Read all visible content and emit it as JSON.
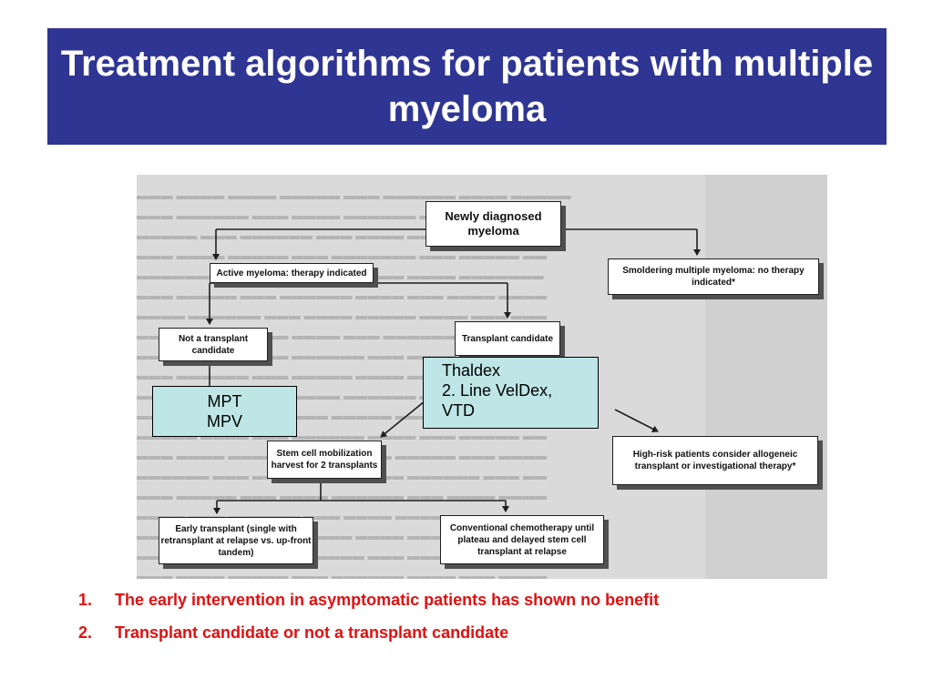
{
  "slide": {
    "title": "Treatment algorithms for patients with multiple myeloma",
    "colors": {
      "title_bar": "#2f3592",
      "title_text": "#ffffff",
      "notes_text": "#e01010",
      "overlay_box": "#bfe6e6"
    }
  },
  "flowchart": {
    "newly_diagnosed": "Newly diagnosed myeloma",
    "active_myeloma": "Active myeloma:  therapy indicated",
    "smoldering": "Smoldering multiple myeloma: no therapy indicated*",
    "not_transplant": "Not a transplant candidate",
    "transplant": "Transplant candidate",
    "stem_cell": "Stem cell mobilization harvest for 2 transplants",
    "high_risk": "High-risk patients consider allogeneic transplant or investigational therapy*",
    "early_transplant": "Early transplant (single with retransplant at relapse  vs. up-front tandem)",
    "conventional": "Conventional chemotherapy until plateau and delayed stem cell transplant at relapse"
  },
  "overlays": {
    "mpt": {
      "line1": "MPT",
      "line2": "MPV"
    },
    "thaldex": {
      "line1": "Thaldex",
      "line2": "2. Line VelDex,",
      "line3": "VTD"
    }
  },
  "notes": [
    {
      "number": "1.",
      "text": "The early intervention in asymptomatic patients has shown no benefit"
    },
    {
      "number": "2.",
      "text": "Transplant candidate or not a transplant candidate"
    }
  ]
}
